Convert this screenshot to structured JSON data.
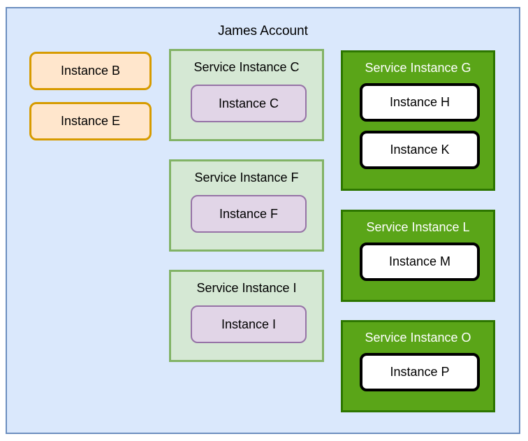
{
  "diagram": {
    "type": "nested-container-diagram",
    "account": {
      "title": "James Account",
      "fill": "#dae8fc",
      "stroke": "#6c8ebf"
    },
    "standalone_instances": [
      {
        "label": "Instance B",
        "fill": "#ffe6cc",
        "stroke": "#d79b00"
      },
      {
        "label": "Instance E",
        "fill": "#ffe6cc",
        "stroke": "#d79b00"
      }
    ],
    "light_services": [
      {
        "label": "Service Instance C",
        "fill": "#d5e8d4",
        "stroke": "#82b366",
        "children": [
          {
            "label": "Instance C",
            "fill": "#e1d5e7",
            "stroke": "#9673a6"
          }
        ]
      },
      {
        "label": "Service Instance F",
        "fill": "#d5e8d4",
        "stroke": "#82b366",
        "children": [
          {
            "label": "Instance F",
            "fill": "#e1d5e7",
            "stroke": "#9673a6"
          }
        ]
      },
      {
        "label": "Service Instance I",
        "fill": "#d5e8d4",
        "stroke": "#82b366",
        "children": [
          {
            "label": "Instance I",
            "fill": "#e1d5e7",
            "stroke": "#9673a6"
          }
        ]
      }
    ],
    "dark_services": [
      {
        "label": "Service Instance G",
        "fill": "#5aa518",
        "stroke": "#2d7600",
        "label_color": "#ffffff",
        "children": [
          {
            "label": "Instance H",
            "fill": "#ffffff",
            "stroke": "#000000"
          },
          {
            "label": "Instance K",
            "fill": "#ffffff",
            "stroke": "#000000"
          }
        ]
      },
      {
        "label": "Service Instance L",
        "fill": "#5aa518",
        "stroke": "#2d7600",
        "label_color": "#ffffff",
        "children": [
          {
            "label": "Instance M",
            "fill": "#ffffff",
            "stroke": "#000000"
          }
        ]
      },
      {
        "label": "Service Instance O",
        "fill": "#5aa518",
        "stroke": "#2d7600",
        "label_color": "#ffffff",
        "children": [
          {
            "label": "Instance P",
            "fill": "#ffffff",
            "stroke": "#000000"
          }
        ]
      }
    ]
  }
}
